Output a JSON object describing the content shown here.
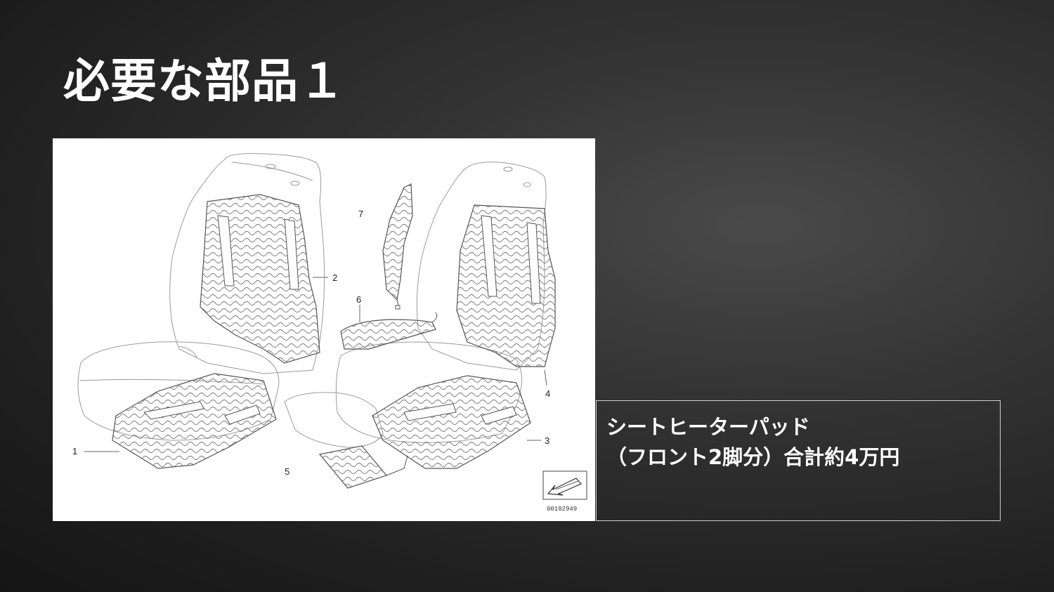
{
  "slide": {
    "title": "必要な部品１"
  },
  "diagram": {
    "part_numbers": {
      "n1": "1",
      "n2": "2",
      "n3": "3",
      "n4": "4",
      "n5": "5",
      "n6": "6",
      "n7": "7"
    },
    "diagram_code": "00182949"
  },
  "callout": {
    "line1": "シートヒーターパッド",
    "line2": "（フロント2脚分）合計約4万円"
  }
}
